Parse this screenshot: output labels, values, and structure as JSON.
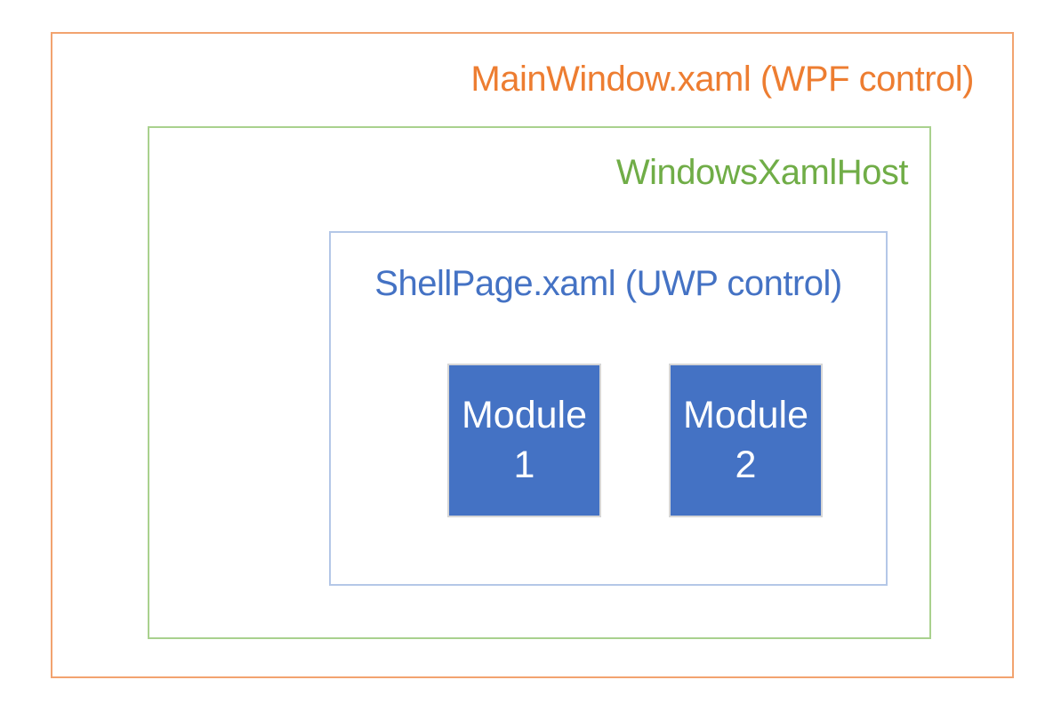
{
  "diagram": {
    "outer": {
      "label": "MainWindow.xaml (WPF control)"
    },
    "host": {
      "label": "WindowsXamlHost"
    },
    "shell": {
      "label": "ShellPage.xaml (UWP control)"
    },
    "modules": [
      {
        "line1": "Module",
        "line2": "1"
      },
      {
        "line1": "Module",
        "line2": "2"
      }
    ]
  },
  "colors": {
    "background": "#FFFFFF",
    "outer_border": "#F2A36F",
    "outer_text": "#ED7D31",
    "host_border": "#A9D18E",
    "host_text": "#70AD47",
    "shell_border": "#B4C7E7",
    "shell_text": "#4472C4",
    "module_fill": "#4472C4",
    "module_border": "#D6D6D6",
    "module_text": "#FFFFFF"
  }
}
